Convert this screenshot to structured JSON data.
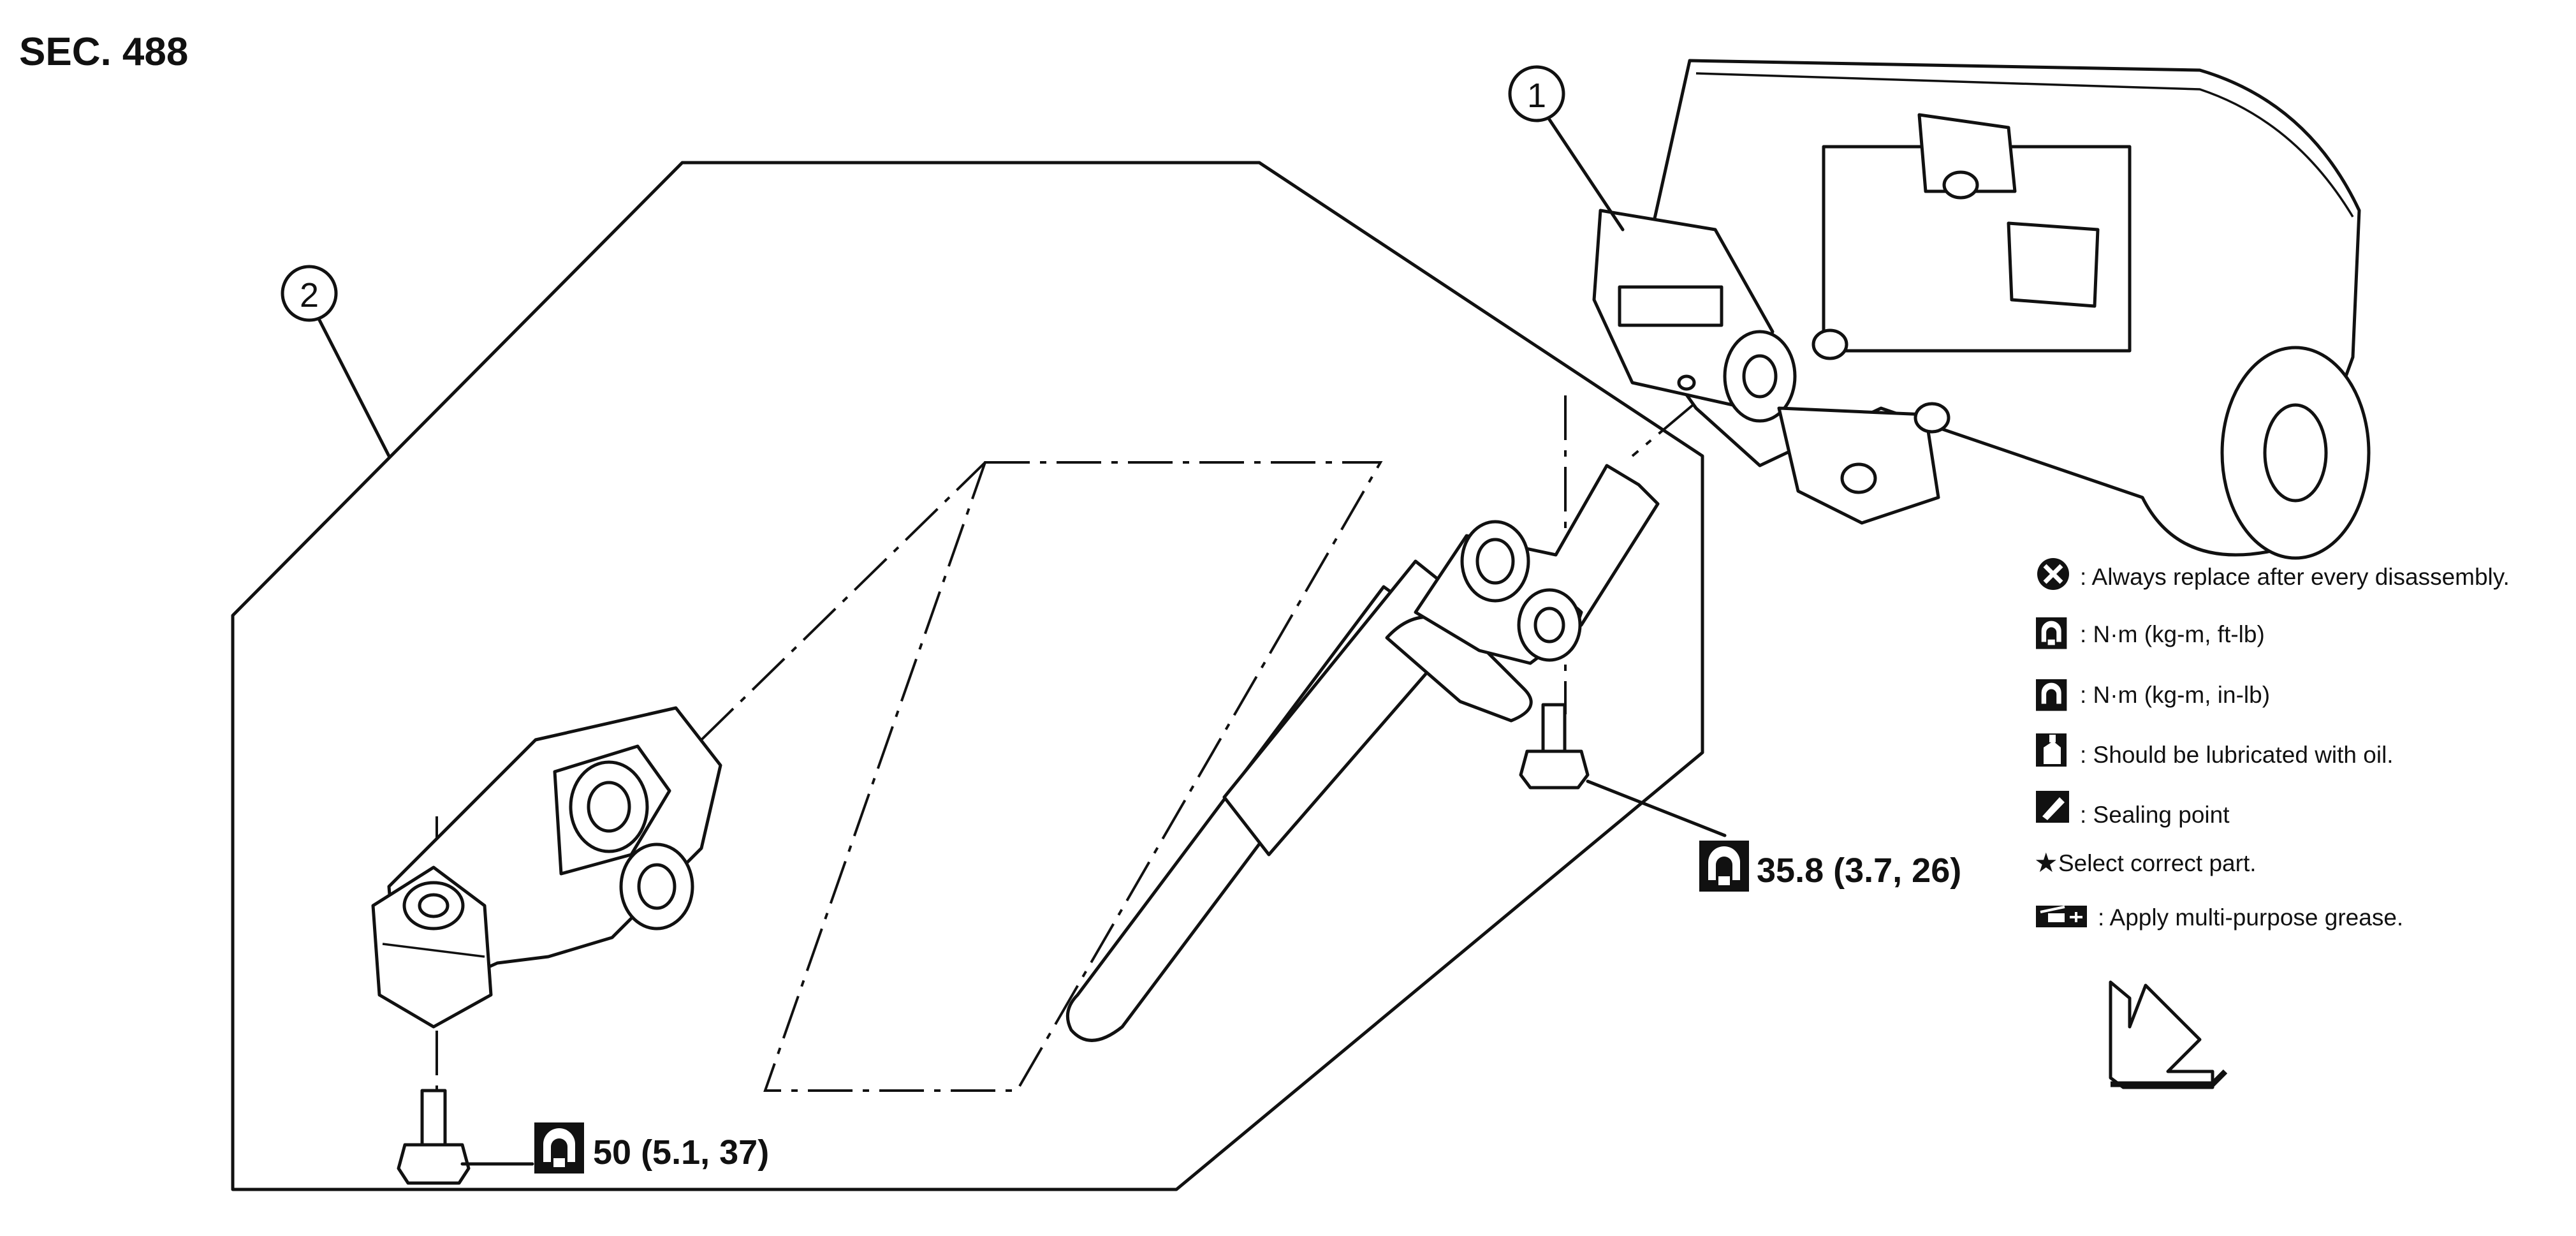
{
  "section_label": "SEC. 488",
  "callouts": [
    {
      "id": "1",
      "text": "1"
    },
    {
      "id": "2",
      "text": "2"
    }
  ],
  "torques": [
    {
      "id": "upper",
      "text": "35.8 (3.7, 26)"
    },
    {
      "id": "lower",
      "text": "50 (5.1, 37)"
    }
  ],
  "legend": [
    {
      "icon": "replace-x-icon",
      "text": ": Always replace after every disassembly."
    },
    {
      "icon": "torque-ftlb-icon",
      "text": ": N·m (kg-m, ft-lb)"
    },
    {
      "icon": "torque-inlb-icon",
      "text": ": N·m (kg-m, in-lb)"
    },
    {
      "icon": "oil-can-icon",
      "text": ": Should be lubricated with oil."
    },
    {
      "icon": "sealing-icon",
      "text": ": Sealing point"
    },
    {
      "icon": "star-icon",
      "text": "Select correct part."
    },
    {
      "icon": "grease-icon",
      "text": ": Apply multi-purpose grease."
    }
  ]
}
